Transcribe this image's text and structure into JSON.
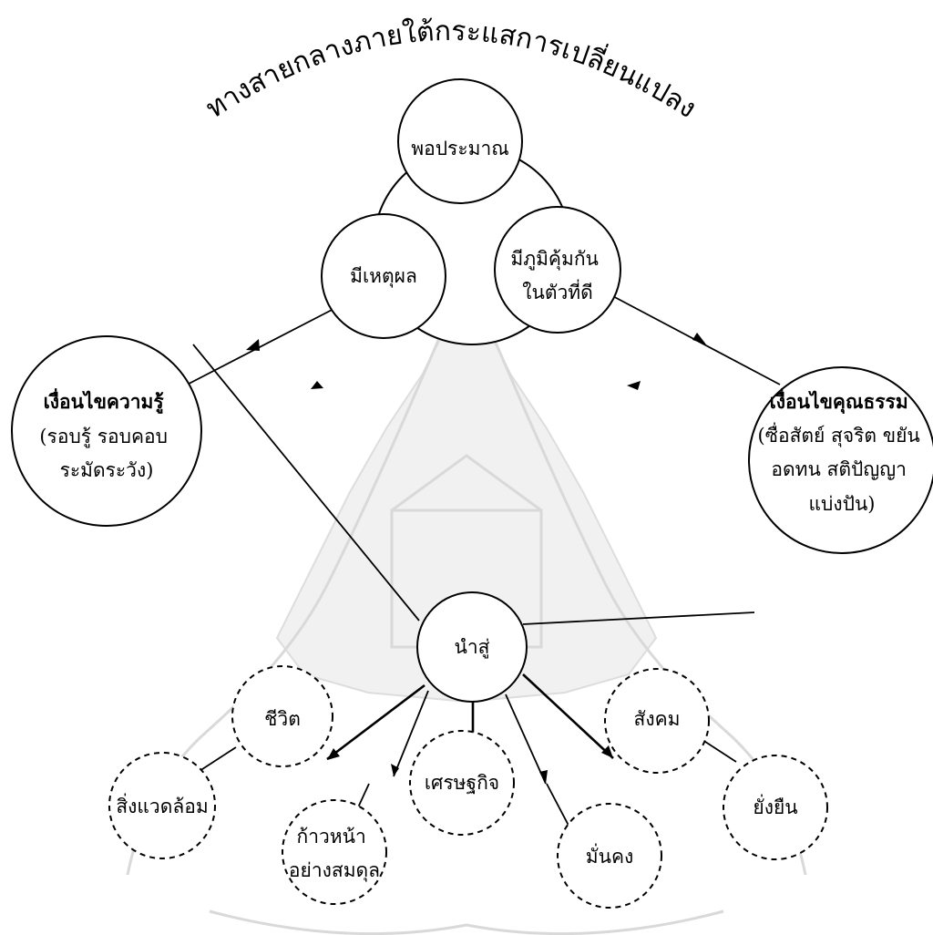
{
  "title": "ทางสายกลางภายใต้กระแสการเปลี่ยนแปลง",
  "principles": {
    "moderation": [
      "พอประมาณ"
    ],
    "reasonableness": [
      "มีเหตุผล"
    ],
    "immunity": [
      "มีภูมิคุ้มกัน",
      "ในตัวที่ดี"
    ]
  },
  "conditions": {
    "knowledge": {
      "heading": "เงื่อนไขความรู้",
      "details": [
        "(รอบรู้ รอบคอบ",
        "ระมัดระวัง)"
      ]
    },
    "virtue": {
      "heading": "เงื่อนไขคุณธรรม",
      "details": [
        "(ซื่อสัตย์ สุจริต ขยัน",
        "อดทน สติปัญญา",
        "แบ่งปัน)"
      ]
    }
  },
  "hub": "นำสู่",
  "outcomes": {
    "life": [
      "ชีวิต"
    ],
    "progress": [
      "ก้าวหน้า",
      "อย่างสมดุล"
    ],
    "economy": [
      "เศรษฐกิจ"
    ],
    "stability": [
      "มั่นคง"
    ],
    "society": [
      "สังคม"
    ],
    "environment": [
      "สิ่งแวดล้อม"
    ],
    "sustainability": [
      "ยั่งยืน"
    ]
  },
  "colors": {
    "ink": "#000000",
    "background": "#ffffff",
    "watermark": "#d9d9d9"
  }
}
